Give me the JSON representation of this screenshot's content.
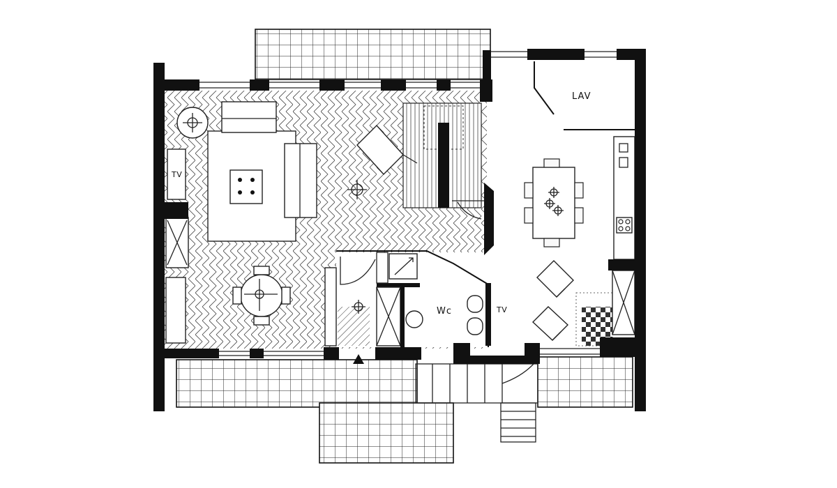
{
  "labels": {
    "lav": "LAV",
    "wc": "Wc",
    "tv_living": "TV",
    "tv_bath": "TV"
  },
  "colors": {
    "ink": "#111111",
    "paper": "#ffffff"
  }
}
